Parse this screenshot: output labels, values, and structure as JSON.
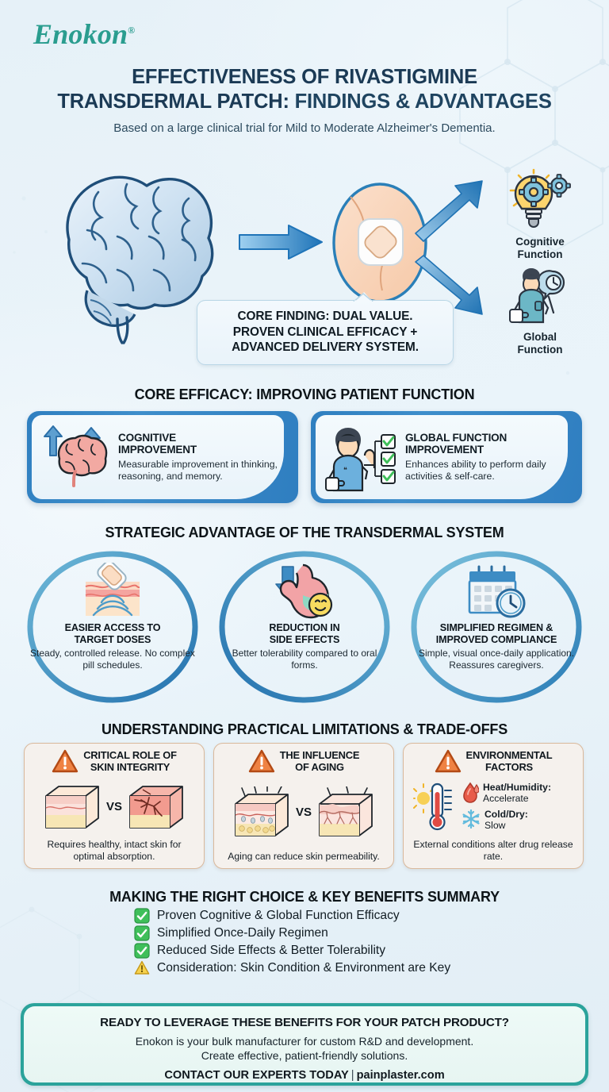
{
  "brand": {
    "name": "Enokon",
    "trademark": "®",
    "color": "#2a9d8f"
  },
  "header": {
    "title_line1": "EFFECTIVENESS OF RIVASTIGMINE",
    "title_line2_bold": "TRANSDERMAL PATCH:",
    "title_line2_rest": " FINDINGS & ADVANTAGES",
    "subtitle": "Based on a large clinical trial for Mild to Moderate Alzheimer's Dementia."
  },
  "hero": {
    "callout": {
      "line1": "CORE FINDING: DUAL VALUE.",
      "line2": "PROVEN CLINICAL EFFICACY +",
      "line3": "ADVANCED DELIVERY SYSTEM."
    },
    "outcomes": [
      {
        "icon": "lightbulb-gear-icon",
        "label_line1": "Cognitive",
        "label_line2": "Function"
      },
      {
        "icon": "person-clock-icon",
        "label_line1": "Global",
        "label_line2": "Function"
      }
    ]
  },
  "efficacy": {
    "heading": "CORE EFFICACY: IMPROVING PATIENT FUNCTION",
    "cards": [
      {
        "icon": "brain-arrows-up-icon",
        "title_line1": "COGNITIVE",
        "title_line2": "IMPROVEMENT",
        "desc": "Measurable improvement in thinking, reasoning, and memory."
      },
      {
        "icon": "person-checklist-icon",
        "title_line1": "GLOBAL FUNCTION",
        "title_line2": "IMPROVEMENT",
        "desc": "Enhances ability to perform daily activities & self-care."
      }
    ]
  },
  "strategic": {
    "heading": "STRATEGIC ADVANTAGE OF THE TRANSDERMAL SYSTEM",
    "items": [
      {
        "icon": "patch-on-skin-icon",
        "title_line1": "EASIER ACCESS TO",
        "title_line2": "TARGET DOSES",
        "desc": "Steady, controlled release. No complex pill schedules."
      },
      {
        "icon": "stomach-smiley-icon",
        "title_line1": "REDUCTION IN",
        "title_line2": "SIDE EFFECTS",
        "desc": "Better tolerability compared to oral forms."
      },
      {
        "icon": "calendar-clock-icon",
        "title_line1": "SIMPLIFIED REGIMEN &",
        "title_line2": "IMPROVED COMPLIANCE",
        "desc": "Simple, visual once-daily application. Reassures caregivers."
      }
    ]
  },
  "limitations": {
    "heading": "UNDERSTANDING PRACTICAL LIMITATIONS & TRADE-OFFS",
    "vs_label": "VS",
    "cards": [
      {
        "icon": "warning-triangle-icon",
        "title_line1": "CRITICAL ROLE OF",
        "title_line2": "SKIN INTEGRITY",
        "desc": "Requires healthy, intact skin for optimal absorption."
      },
      {
        "icon": "warning-triangle-icon",
        "title_line1": "THE INFLUENCE",
        "title_line2": "OF AGING",
        "desc": "Aging can reduce skin permeability."
      },
      {
        "icon": "warning-triangle-icon",
        "title_line1": "ENVIRONMENTAL",
        "title_line2": "FACTORS",
        "desc": "External conditions alter drug release rate.",
        "env": [
          {
            "icon": "water-drop-icon",
            "label": "Heat/Humidity:",
            "value": "Accelerate"
          },
          {
            "icon": "snowflake-icon",
            "label": "Cold/Dry:",
            "value": "Slow"
          }
        ]
      }
    ]
  },
  "summary": {
    "heading": "MAKING THE RIGHT CHOICE & KEY BENEFITS SUMMARY",
    "items": [
      {
        "glyph": "check-badge-icon",
        "text": "Proven Cognitive & Global Function Efficacy"
      },
      {
        "glyph": "check-badge-icon",
        "text": "Simplified Once-Daily Regimen"
      },
      {
        "glyph": "check-badge-icon",
        "text": "Reduced Side Effects & Better Tolerability"
      },
      {
        "glyph": "warning-triangle-icon",
        "text": "Consideration: Skin Condition & Environment are Key"
      }
    ]
  },
  "footer": {
    "headline": "READY TO LEVERAGE THESE BENEFITS FOR YOUR PATCH PRODUCT?",
    "body_line1": "Enokon is your bulk manufacturer for custom R&D and development.",
    "body_line2": "Create effective, patient-friendly solutions.",
    "cta": "CONTACT OUR EXPERTS TODAY",
    "divider": "|",
    "website": "painplaster.com",
    "accent_color": "#2ba39b"
  },
  "palette": {
    "title_navy": "#1b3a55",
    "card_blue": "#2f7fc0",
    "warn_orange": "#e8722c",
    "check_green": "#3fbf5a",
    "teal": "#2ba39b"
  }
}
